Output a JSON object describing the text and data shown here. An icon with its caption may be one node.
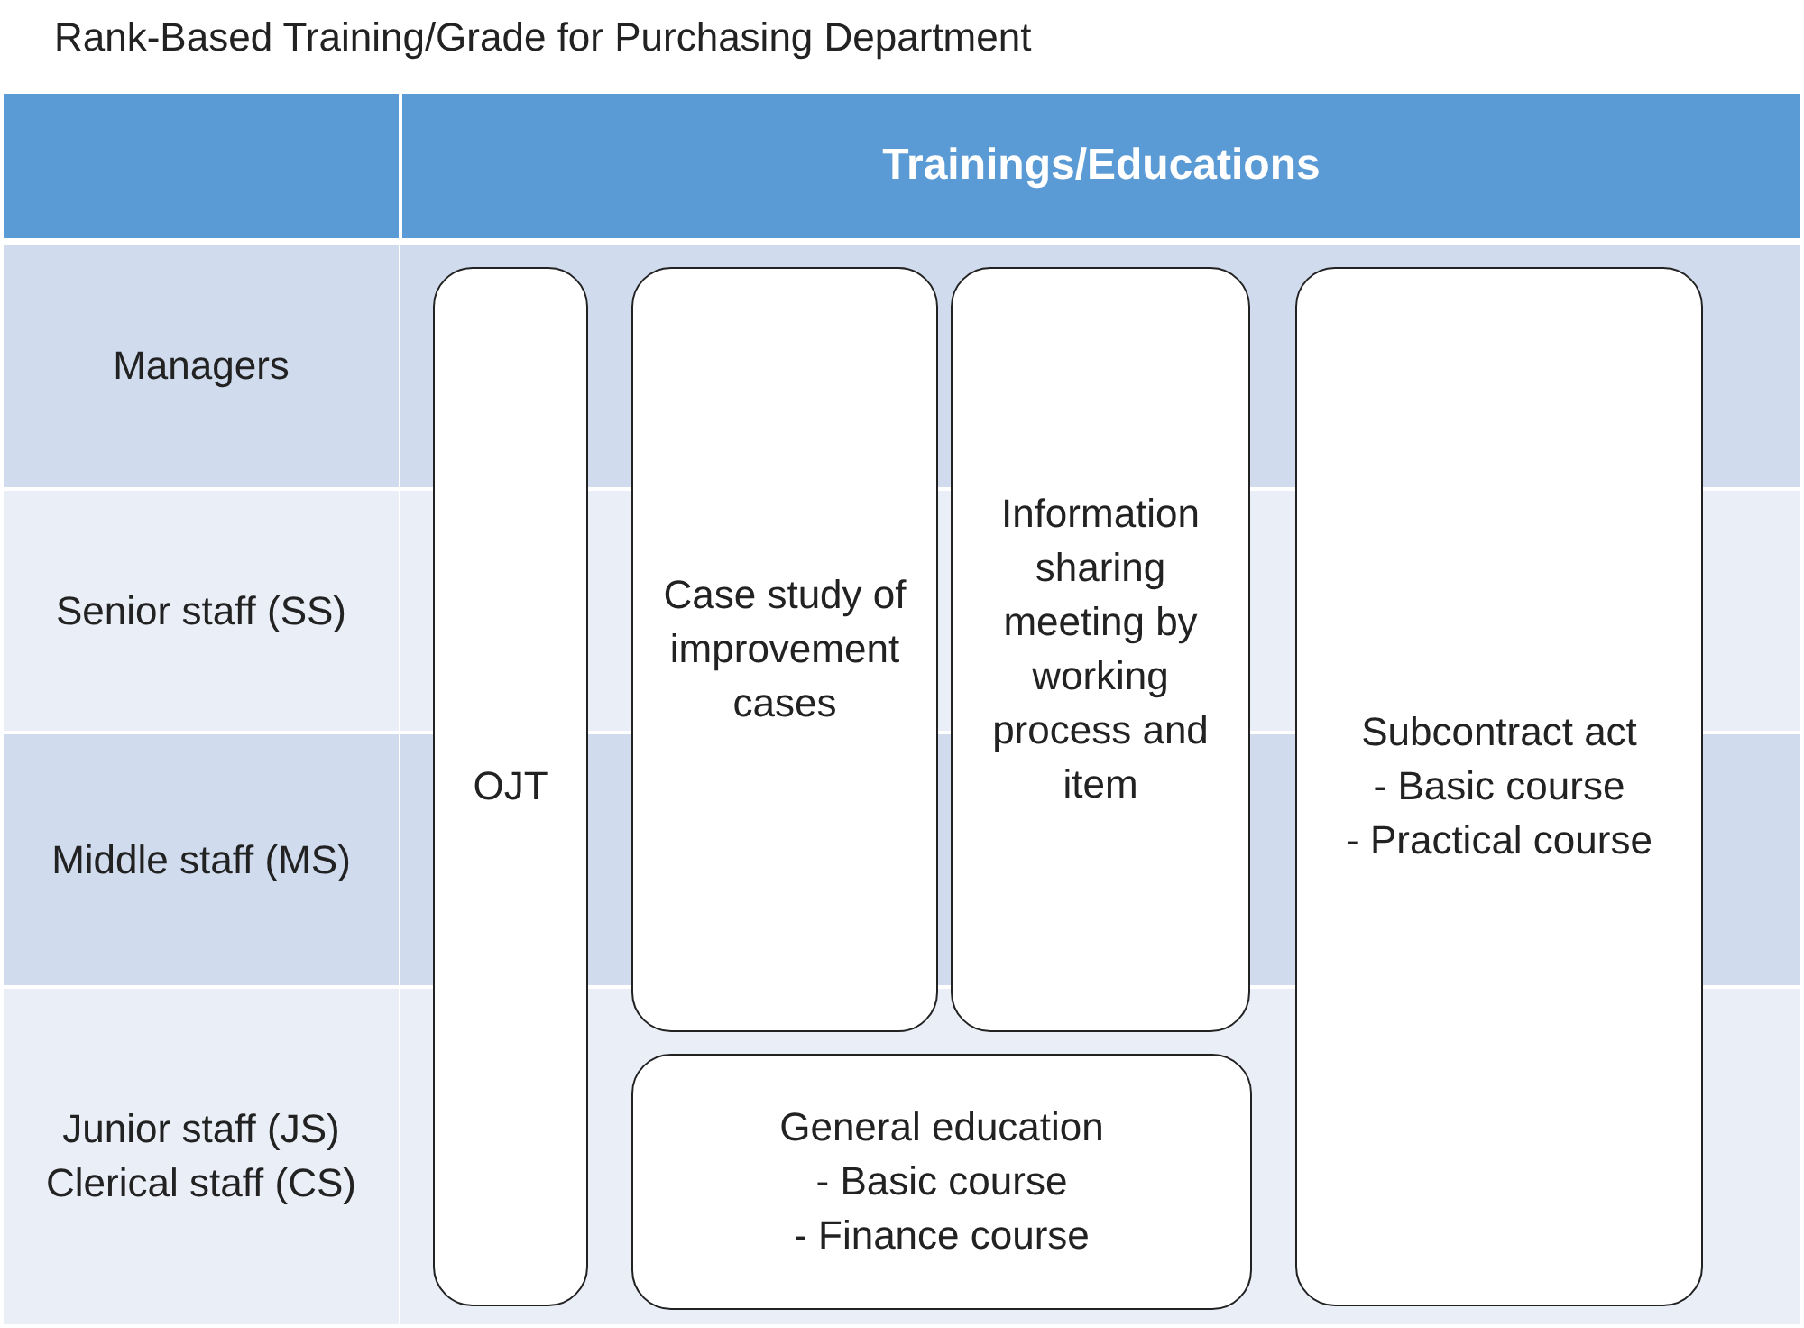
{
  "diagram": {
    "title": "Rank-Based Training/Grade for Purchasing Department",
    "nodes": [
      {
        "text": [
          "Trainings/Educations"
        ]
      },
      {
        "text": [
          "Managers"
        ]
      },
      {
        "text": [
          "Senior staff (SS)"
        ]
      },
      {
        "text": [
          "Middle staff (MS)"
        ]
      },
      {
        "text": [
          "Junior staff (JS)",
          "Clerical staff (CS)"
        ]
      },
      {
        "text": [
          "OJT"
        ]
      },
      {
        "text": [
          "Case study of improvement cases"
        ]
      },
      {
        "text": [
          "Information sharing meeting by working process and item"
        ]
      },
      {
        "text": [
          "Subcontract act",
          "- Basic course",
          "- Practical course"
        ]
      },
      {
        "text": [
          "General education",
          "- Basic course",
          "- Finance course"
        ]
      }
    ],
    "edges": []
  }
}
